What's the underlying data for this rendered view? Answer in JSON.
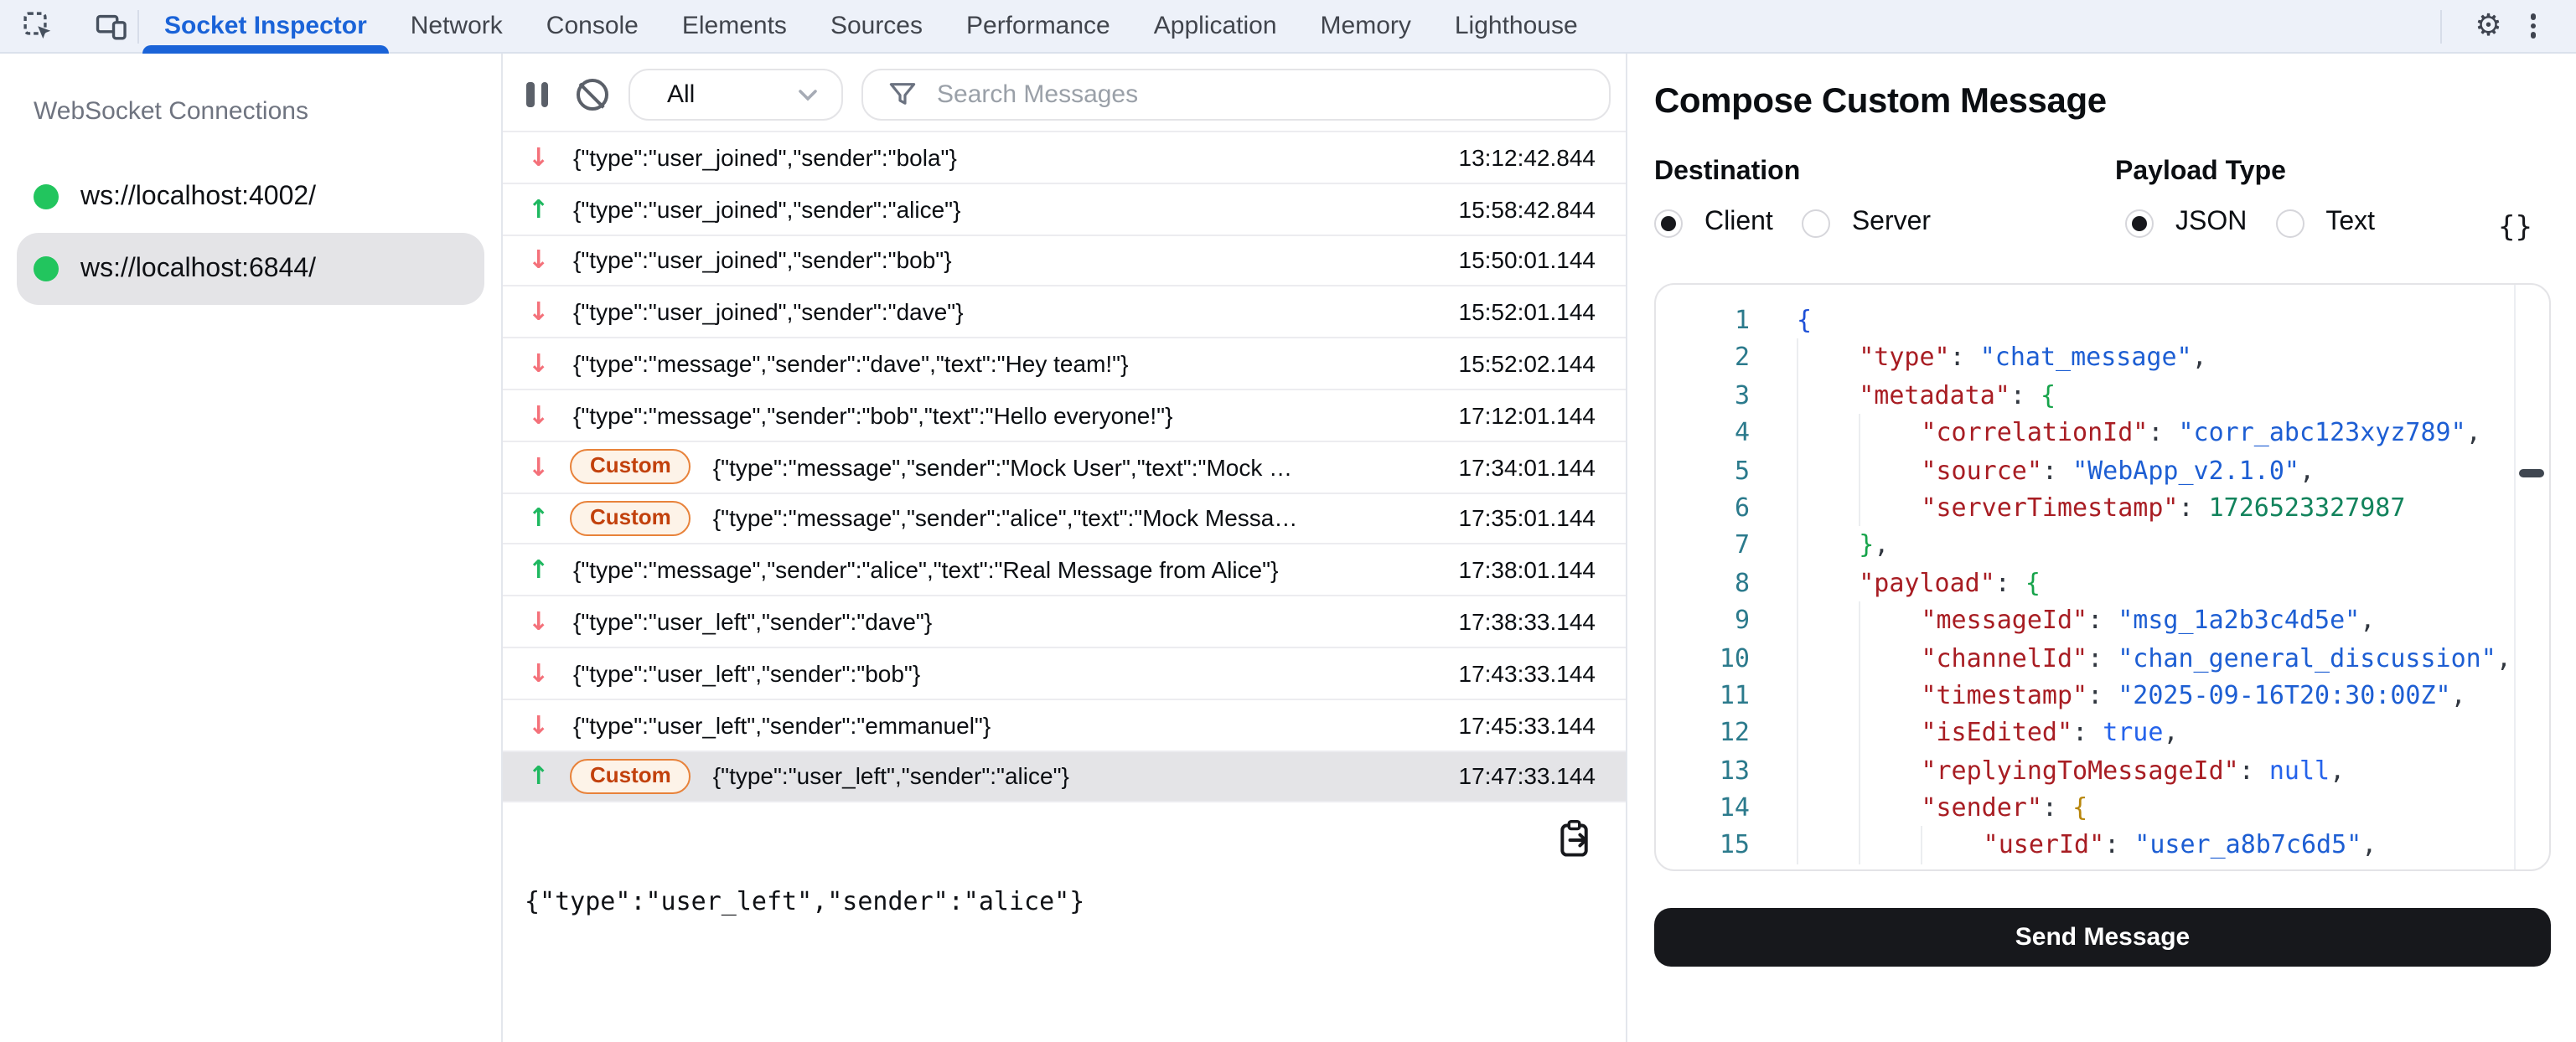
{
  "tabbar": {
    "tabs": [
      {
        "label": "Socket Inspector",
        "active": true
      },
      {
        "label": "Network",
        "active": false
      },
      {
        "label": "Console",
        "active": false
      },
      {
        "label": "Elements",
        "active": false
      },
      {
        "label": "Sources",
        "active": false
      },
      {
        "label": "Performance",
        "active": false
      },
      {
        "label": "Application",
        "active": false
      },
      {
        "label": "Memory",
        "active": false
      },
      {
        "label": "Lighthouse",
        "active": false
      }
    ],
    "gear_icon": "⚙",
    "icons": [
      "inspect-element-icon",
      "device-toolbar-icon",
      "gear-icon",
      "kebab-menu-icon"
    ]
  },
  "sidebar": {
    "title": "WebSocket Connections",
    "connections": [
      {
        "url": "ws://localhost:4002/",
        "status": "connected",
        "selected": false
      },
      {
        "url": "ws://localhost:6844/",
        "status": "connected",
        "selected": true
      }
    ]
  },
  "messages": {
    "toolbar": {
      "filter_value": "All",
      "search_placeholder": "Search Messages"
    },
    "custom_badge_label": "Custom",
    "icons": {
      "received": "↓",
      "sent": "↑"
    },
    "rows": [
      {
        "dir": "received",
        "custom": false,
        "text": "{\"type\":\"user_joined\",\"sender\":\"bola\"}",
        "time": "13:12:42.844",
        "selected": false
      },
      {
        "dir": "sent",
        "custom": false,
        "text": "{\"type\":\"user_joined\",\"sender\":\"alice\"}",
        "time": "15:58:42.844",
        "selected": false
      },
      {
        "dir": "received",
        "custom": false,
        "text": "{\"type\":\"user_joined\",\"sender\":\"bob\"}",
        "time": "15:50:01.144",
        "selected": false
      },
      {
        "dir": "received",
        "custom": false,
        "text": "{\"type\":\"user_joined\",\"sender\":\"dave\"}",
        "time": "15:52:01.144",
        "selected": false
      },
      {
        "dir": "received",
        "custom": false,
        "text": "{\"type\":\"message\",\"sender\":\"dave\",\"text\":\"Hey team!\"}",
        "time": "15:52:02.144",
        "selected": false
      },
      {
        "dir": "received",
        "custom": false,
        "text": "{\"type\":\"message\",\"sender\":\"bob\",\"text\":\"Hello everyone!\"}",
        "time": "17:12:01.144",
        "selected": false
      },
      {
        "dir": "received",
        "custom": true,
        "text": "{\"type\":\"message\",\"sender\":\"Mock User\",\"text\":\"Mock …",
        "time": "17:34:01.144",
        "selected": false
      },
      {
        "dir": "sent",
        "custom": true,
        "text": "{\"type\":\"message\",\"sender\":\"alice\",\"text\":\"Mock Messa…",
        "time": "17:35:01.144",
        "selected": false
      },
      {
        "dir": "sent",
        "custom": false,
        "text": "{\"type\":\"message\",\"sender\":\"alice\",\"text\":\"Real Message from Alice\"}",
        "time": "17:38:01.144",
        "selected": false
      },
      {
        "dir": "received",
        "custom": false,
        "text": "{\"type\":\"user_left\",\"sender\":\"dave\"}",
        "time": "17:38:33.144",
        "selected": false
      },
      {
        "dir": "received",
        "custom": false,
        "text": "{\"type\":\"user_left\",\"sender\":\"bob\"}",
        "time": "17:43:33.144",
        "selected": false
      },
      {
        "dir": "received",
        "custom": false,
        "text": "{\"type\":\"user_left\",\"sender\":\"emmanuel\"}",
        "time": "17:45:33.144",
        "selected": false
      },
      {
        "dir": "sent",
        "custom": true,
        "text": "{\"type\":\"user_left\",\"sender\":\"alice\"}",
        "time": "17:47:33.144",
        "selected": true
      }
    ],
    "preview": "{\"type\":\"user_left\",\"sender\":\"alice\"}"
  },
  "compose": {
    "title": "Compose Custom Message",
    "destination": {
      "label": "Destination",
      "options": [
        {
          "label": "Client",
          "selected": true
        },
        {
          "label": "Server",
          "selected": false
        }
      ]
    },
    "payload": {
      "label": "Payload Type",
      "options": [
        {
          "label": "JSON",
          "selected": true
        },
        {
          "label": "Text",
          "selected": false
        }
      ]
    },
    "format_icon": "{}",
    "send_label": "Send Message",
    "editor": {
      "lines": [
        {
          "n": "1",
          "tokens": [
            {
              "t": "{",
              "c": "b1"
            }
          ]
        },
        {
          "n": "2",
          "tokens": [
            {
              "t": "    ",
              "c": "ind"
            },
            {
              "t": "\"type\"",
              "c": "k"
            },
            {
              "t": ": ",
              "c": "p"
            },
            {
              "t": "\"chat_message\"",
              "c": "s"
            },
            {
              "t": ",",
              "c": "p"
            }
          ]
        },
        {
          "n": "3",
          "tokens": [
            {
              "t": "    ",
              "c": "ind"
            },
            {
              "t": "\"metadata\"",
              "c": "k"
            },
            {
              "t": ": ",
              "c": "p"
            },
            {
              "t": "{",
              "c": "b2"
            }
          ]
        },
        {
          "n": "4",
          "tokens": [
            {
              "t": "        ",
              "c": "ind"
            },
            {
              "t": "\"correlationId\"",
              "c": "k"
            },
            {
              "t": ": ",
              "c": "p"
            },
            {
              "t": "\"corr_abc123xyz789\"",
              "c": "s"
            },
            {
              "t": ",",
              "c": "p"
            }
          ]
        },
        {
          "n": "5",
          "tokens": [
            {
              "t": "        ",
              "c": "ind"
            },
            {
              "t": "\"source\"",
              "c": "k"
            },
            {
              "t": ": ",
              "c": "p"
            },
            {
              "t": "\"WebApp_v2.1.0\"",
              "c": "s"
            },
            {
              "t": ",",
              "c": "p"
            }
          ]
        },
        {
          "n": "6",
          "tokens": [
            {
              "t": "        ",
              "c": "ind"
            },
            {
              "t": "\"serverTimestamp\"",
              "c": "k"
            },
            {
              "t": ": ",
              "c": "p"
            },
            {
              "t": "1726523327987",
              "c": "n"
            }
          ]
        },
        {
          "n": "7",
          "tokens": [
            {
              "t": "    ",
              "c": "ind"
            },
            {
              "t": "}",
              "c": "b2"
            },
            {
              "t": ",",
              "c": "p"
            }
          ]
        },
        {
          "n": "8",
          "tokens": [
            {
              "t": "    ",
              "c": "ind"
            },
            {
              "t": "\"payload\"",
              "c": "k"
            },
            {
              "t": ": ",
              "c": "p"
            },
            {
              "t": "{",
              "c": "b2"
            }
          ]
        },
        {
          "n": "9",
          "tokens": [
            {
              "t": "        ",
              "c": "ind"
            },
            {
              "t": "\"messageId\"",
              "c": "k"
            },
            {
              "t": ": ",
              "c": "p"
            },
            {
              "t": "\"msg_1a2b3c4d5e\"",
              "c": "s"
            },
            {
              "t": ",",
              "c": "p"
            }
          ]
        },
        {
          "n": "10",
          "tokens": [
            {
              "t": "        ",
              "c": "ind"
            },
            {
              "t": "\"channelId\"",
              "c": "k"
            },
            {
              "t": ": ",
              "c": "p"
            },
            {
              "t": "\"chan_general_discussion\"",
              "c": "s"
            },
            {
              "t": ",",
              "c": "p"
            }
          ]
        },
        {
          "n": "11",
          "tokens": [
            {
              "t": "        ",
              "c": "ind"
            },
            {
              "t": "\"timestamp\"",
              "c": "k"
            },
            {
              "t": ": ",
              "c": "p"
            },
            {
              "t": "\"2025-09-16T20:30:00Z\"",
              "c": "s"
            },
            {
              "t": ",",
              "c": "p"
            }
          ]
        },
        {
          "n": "12",
          "tokens": [
            {
              "t": "        ",
              "c": "ind"
            },
            {
              "t": "\"isEdited\"",
              "c": "k"
            },
            {
              "t": ": ",
              "c": "p"
            },
            {
              "t": "true",
              "c": "kw"
            },
            {
              "t": ",",
              "c": "p"
            }
          ]
        },
        {
          "n": "13",
          "tokens": [
            {
              "t": "        ",
              "c": "ind"
            },
            {
              "t": "\"replyingToMessageId\"",
              "c": "k"
            },
            {
              "t": ": ",
              "c": "p"
            },
            {
              "t": "null",
              "c": "kw"
            },
            {
              "t": ",",
              "c": "p"
            }
          ]
        },
        {
          "n": "14",
          "tokens": [
            {
              "t": "        ",
              "c": "ind"
            },
            {
              "t": "\"sender\"",
              "c": "k"
            },
            {
              "t": ": ",
              "c": "p"
            },
            {
              "t": "{",
              "c": "b3"
            }
          ]
        },
        {
          "n": "15",
          "tokens": [
            {
              "t": "            ",
              "c": "ind"
            },
            {
              "t": "\"userId\"",
              "c": "k"
            },
            {
              "t": ": ",
              "c": "p"
            },
            {
              "t": "\"user_a8b7c6d5\"",
              "c": "s"
            },
            {
              "t": ",",
              "c": "p"
            }
          ]
        }
      ]
    }
  },
  "colors": {
    "accent_blue": "#1a63d8",
    "status_green": "#22c55e",
    "arrow_received": "#f4717a",
    "arrow_sent": "#1fb860",
    "badge_border": "#e8823a",
    "badge_bg": "#fdf3e8",
    "badge_text": "#c2410c",
    "selected_bg": "#e4e4e7",
    "tabbar_bg": "#edf1f9",
    "send_button_bg": "#17181c",
    "code_key": "#a81d23",
    "code_string": "#1d5ed3",
    "code_number": "#12835c",
    "code_keyword": "#2563eb",
    "code_line_number": "#2b7a8c"
  }
}
